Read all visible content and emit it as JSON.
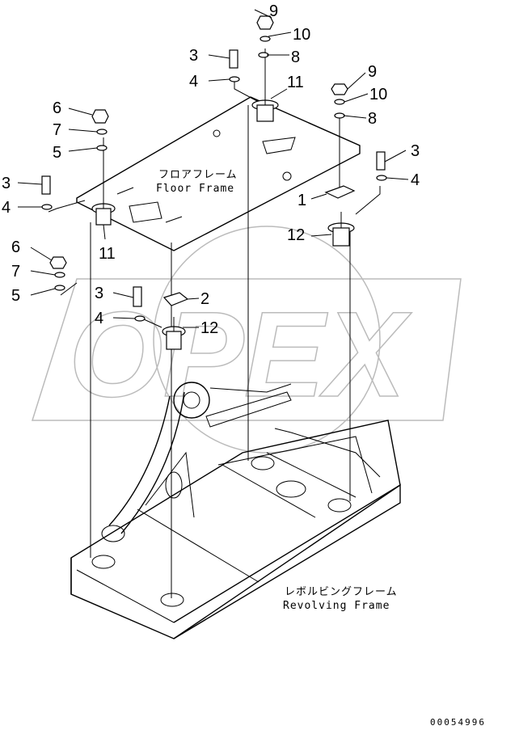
{
  "labels": {
    "floor_frame_jp": "フロアフレーム",
    "floor_frame_en": "Floor Frame",
    "revolving_frame_jp": "レボルビングフレーム",
    "revolving_frame_en": "Revolving Frame"
  },
  "watermark": "OPEX",
  "document_number": "00054996",
  "callouts": {
    "c9_top": "9",
    "c10_top": "10",
    "c8_top": "8",
    "c3_top": "3",
    "c4_top": "4",
    "c11_top": "11",
    "c9_right": "9",
    "c10_right": "10",
    "c8_right": "8",
    "c3_right": "3",
    "c4_right": "4",
    "c1": "1",
    "c12_right": "12",
    "c6_left": "6",
    "c7_left": "7",
    "c5_left": "5",
    "c3_left": "3",
    "c4_left": "4",
    "c11_left": "11",
    "c6_lower": "6",
    "c7_lower": "7",
    "c5_lower": "5",
    "c3_center": "3",
    "c4_center": "4",
    "c2": "2",
    "c12_center": "12"
  }
}
